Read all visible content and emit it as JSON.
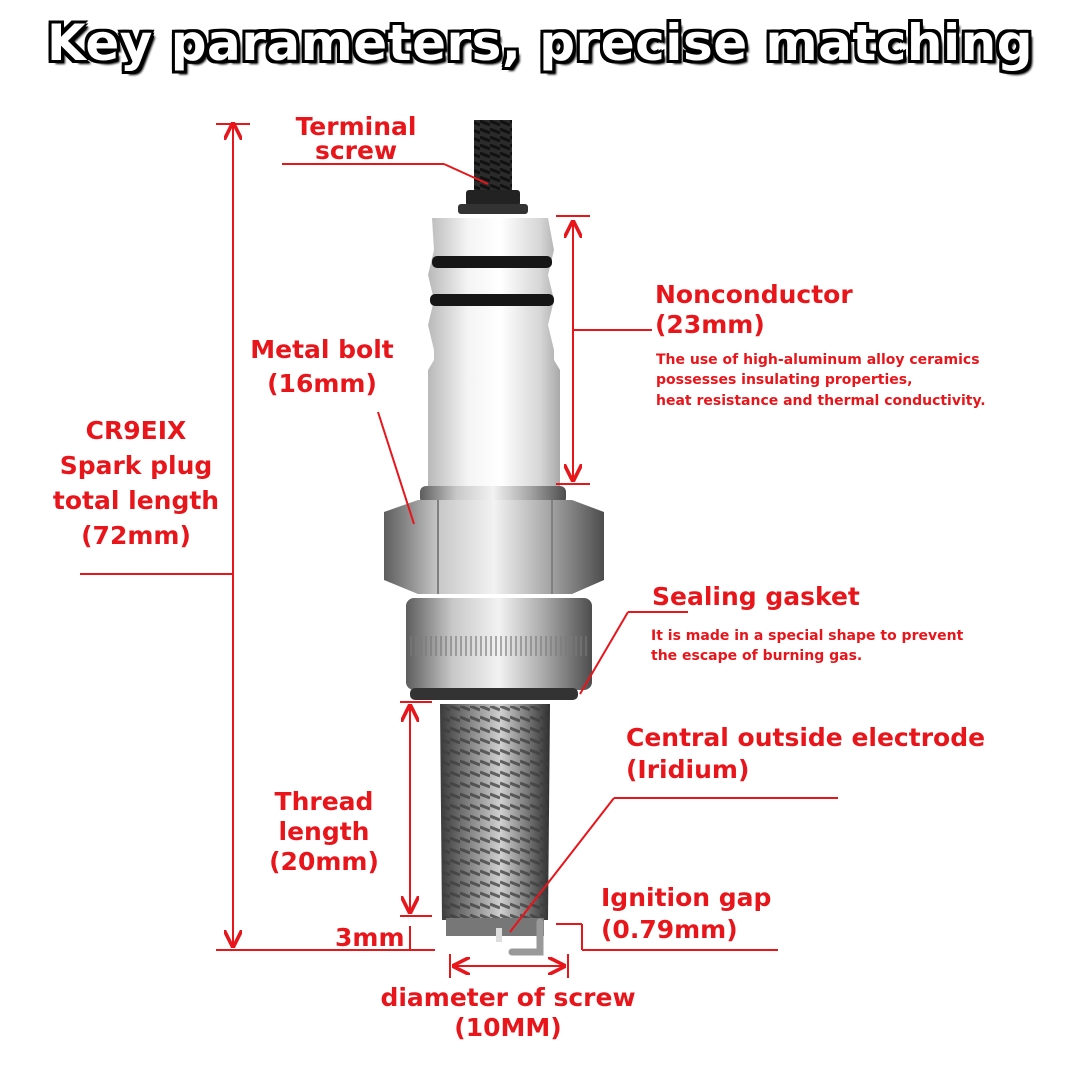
{
  "title": "Key parameters, precise matching",
  "colors": {
    "annotation": "#e8151b",
    "title_fill": "#ffffff",
    "title_outline": "#000000"
  },
  "labels": {
    "terminal": {
      "line1": "Terminal",
      "line2": "screw"
    },
    "nonconductor": {
      "name": "Nonconductor",
      "size": "(23mm)",
      "desc1": "The use of high-aluminum alloy ceramics",
      "desc2": "possesses insulating properties,",
      "desc3": "heat resistance and thermal conductivity."
    },
    "metal_bolt": {
      "name": "Metal bolt",
      "size": "(16mm)"
    },
    "total": {
      "model": "CR9EIX",
      "line2": "Spark plug",
      "line3": "total length",
      "size": "(72mm)"
    },
    "gasket": {
      "name": "Sealing gasket",
      "desc1": "It is made in a special shape to prevent",
      "desc2": "the escape of burning gas."
    },
    "electrode": {
      "name": "Central outside electrode",
      "material": "(Iridium)"
    },
    "thread": {
      "line1": "Thread",
      "line2": "length",
      "size": "(20mm)"
    },
    "three_mm": "3mm",
    "gap": {
      "name": "Ignition gap",
      "size": "(0.79mm)"
    },
    "diameter": {
      "name": "diameter of screw",
      "size": "(10MM)"
    }
  }
}
